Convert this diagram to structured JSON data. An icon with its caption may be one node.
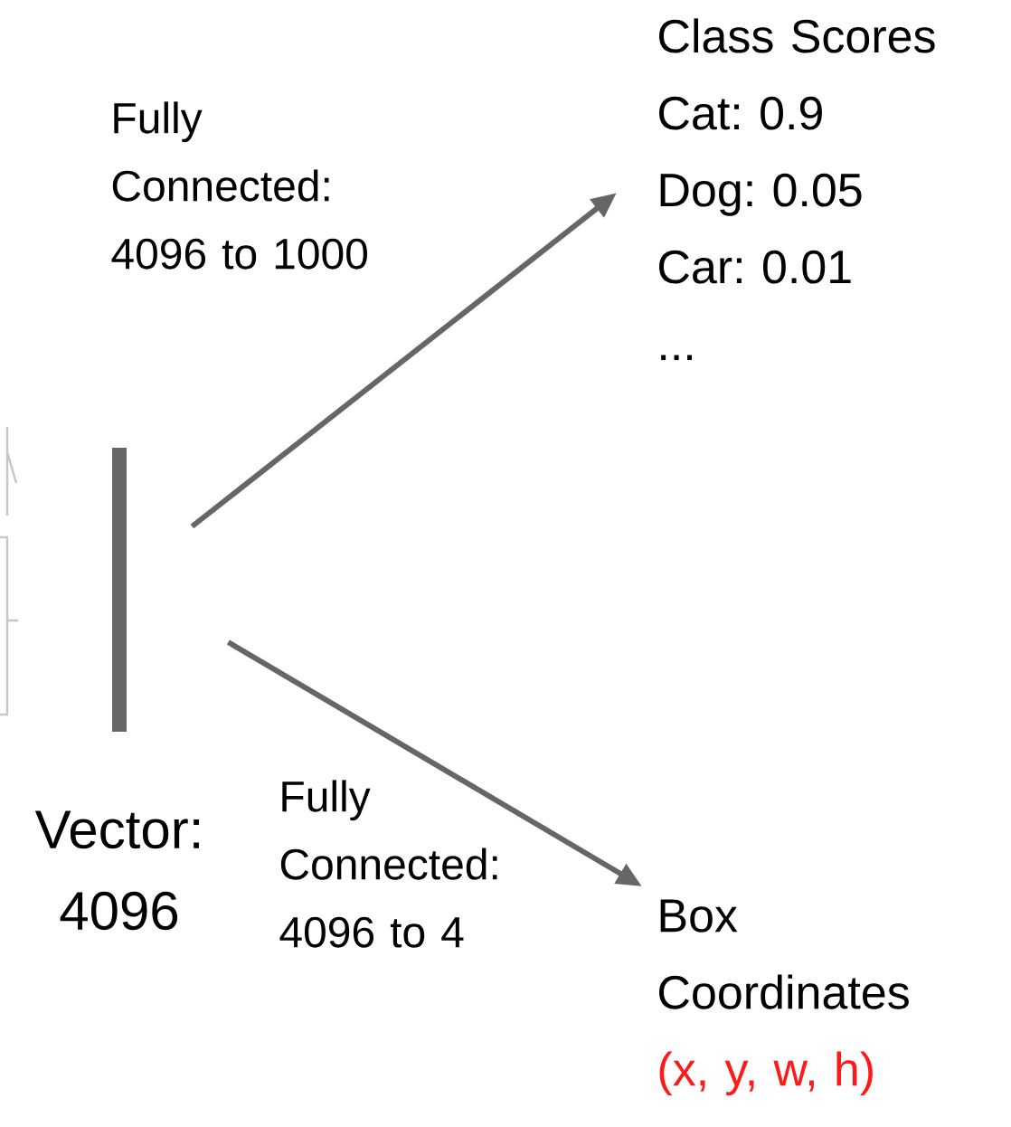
{
  "diagram": {
    "nodes": [
      {
        "text": [],
        "shape": "bar",
        "beside": [
          "Vector: 4096"
        ]
      },
      {
        "text": [
          "Class Scores",
          "Cat: 0.9",
          "Dog: 0.05",
          "Car: 0.01",
          "..."
        ]
      },
      {
        "text": [
          "Box Coordinates",
          "(x, y, w, h)"
        ]
      }
    ],
    "edges": [
      {
        "from": 0,
        "to": 1,
        "arrow": "to",
        "label": "Fully Connected: 4096 to 1000"
      },
      {
        "from": 0,
        "to": 2,
        "arrow": "to",
        "label": "Fully Connected: 4096 to 4"
      }
    ]
  }
}
